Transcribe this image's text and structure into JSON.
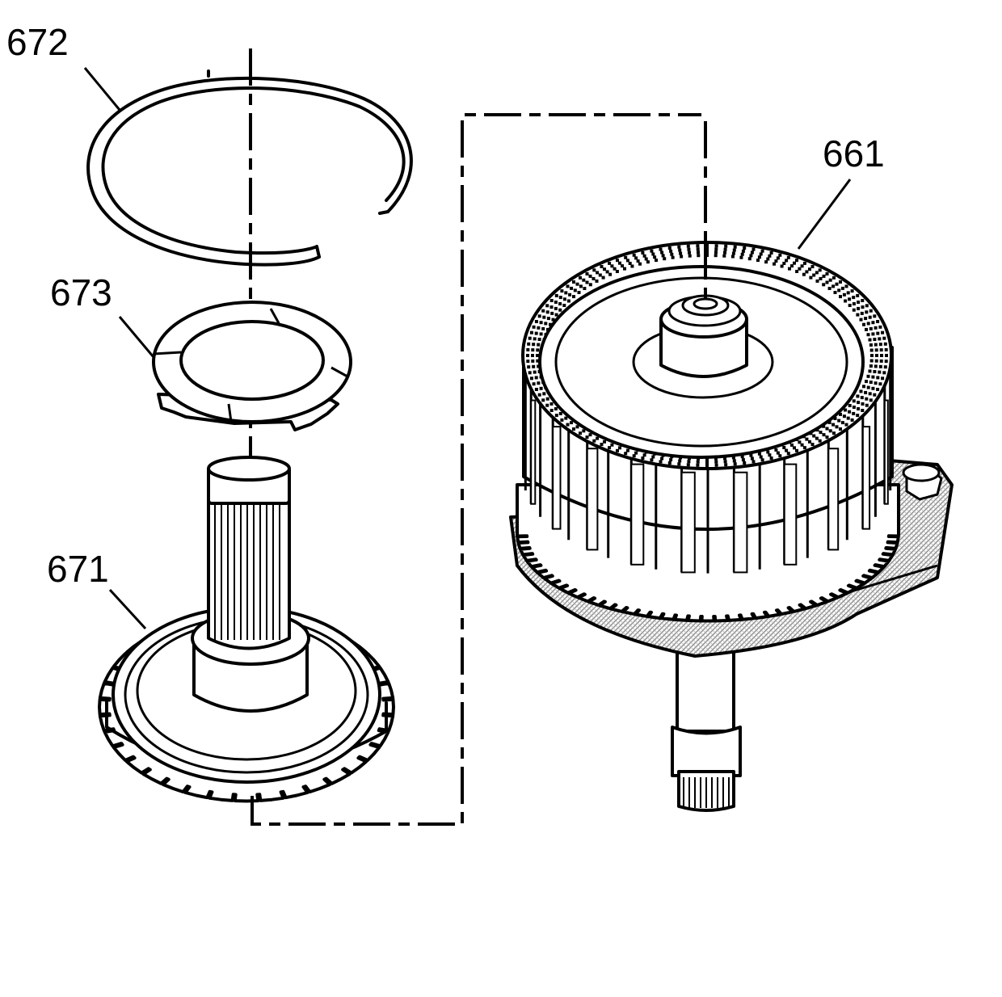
{
  "diagram": {
    "callouts": {
      "ring": "672",
      "washer": "673",
      "gear_shaft": "671",
      "housing": "661"
    },
    "colors": {
      "line": "#000000",
      "fill": "#ffffff",
      "hatch": "#9a9a9a"
    }
  }
}
